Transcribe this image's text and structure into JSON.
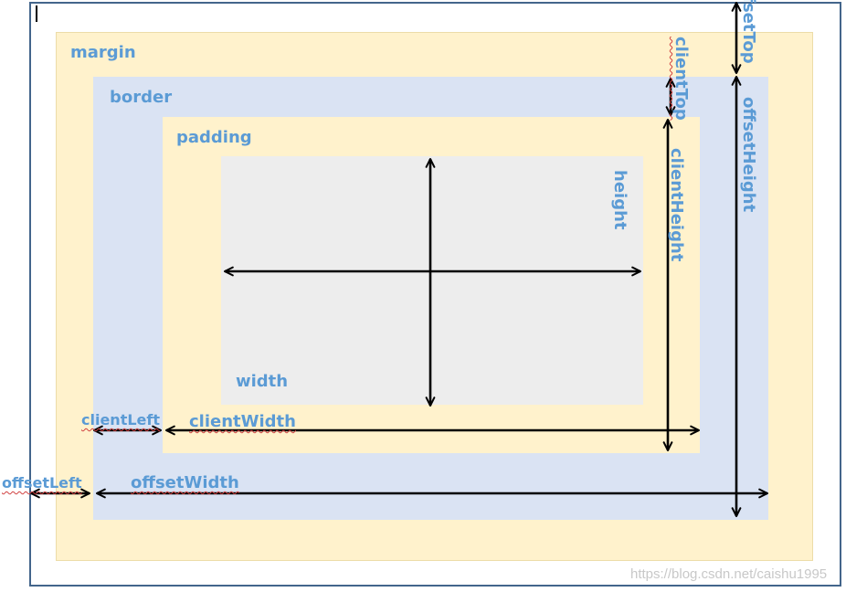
{
  "labels": {
    "margin": "margin",
    "border": "border",
    "padding": "padding",
    "width": "width",
    "height": "height",
    "clientLeft": "clientLeft",
    "clientWidth": "clientWidth",
    "clientTop": "clientTop",
    "clientHeight": "clientHeight",
    "offsetLeft": "offsetLeft",
    "offsetWidth": "offsetWidth",
    "offsetTop": "offsetTop",
    "offsetHeight": "offsetHeight"
  },
  "watermark": "https://blog.csdn.net/caishu1995",
  "colors": {
    "margin_fill": "#fff2cc",
    "border_fill": "#dae3f3",
    "padding_fill": "#fff2cc",
    "content_fill": "#ededed",
    "label_text": "#5b9bd5",
    "arrow": "#000000",
    "frame": "#43658b"
  }
}
